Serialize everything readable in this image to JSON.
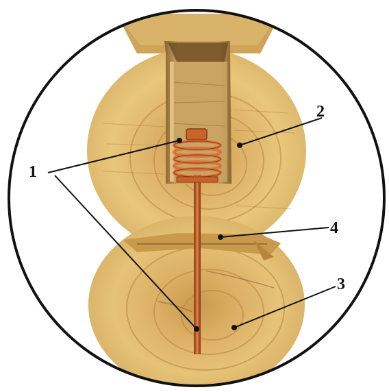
{
  "diagram": {
    "labels": {
      "one": "1",
      "two": "2",
      "three": "3",
      "four": "4"
    },
    "colors": {
      "background": "#ffffff",
      "frame": "#111111",
      "wood_light": "#e8c77a",
      "wood_mid": "#d4a751",
      "wood_dark": "#b8863a",
      "wood_ring": "#a87a34",
      "cavity": "#c9a463",
      "cavity_shadow": "#7a5a2a",
      "metal": "#c8632a",
      "metal_dark": "#8a3a14",
      "leader": "#111111"
    }
  }
}
